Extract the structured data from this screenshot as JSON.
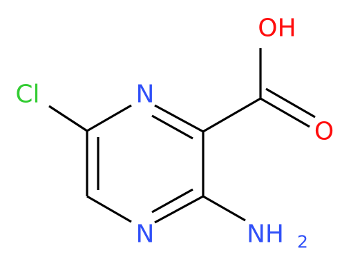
{
  "labels": {
    "chlorine": "Cl",
    "ring_nitrogen_top": "N",
    "ring_nitrogen_bottom": "N",
    "hydroxyl": "OH",
    "carbonyl_oxygen": "O",
    "amino": "NH",
    "amino_subscript": "2"
  },
  "colors": {
    "bond": "#000000",
    "chlorine": "#33cc33",
    "nitrogen": "#3050f8",
    "oxygen": "#ff0d0d",
    "background": "#ffffff"
  }
}
